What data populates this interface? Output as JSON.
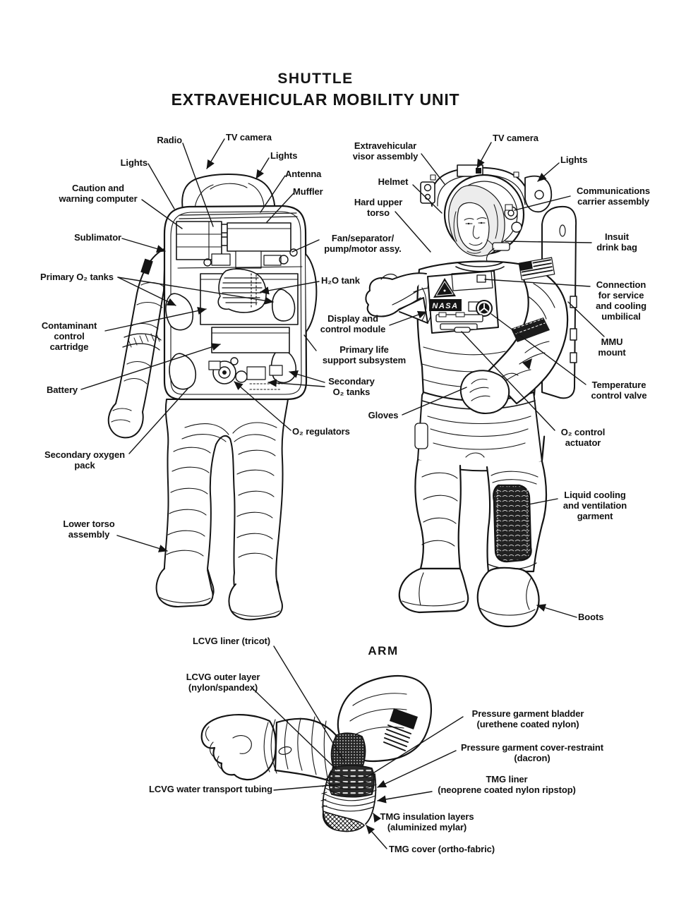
{
  "page": {
    "background": "#ffffff",
    "ink": "#141414"
  },
  "title": {
    "line1": "SHUTTLE",
    "line2": "EXTRAVEHICULAR MOBILITY UNIT"
  },
  "patches": {
    "nasa": "NASA"
  },
  "labels": {
    "radio": "Radio",
    "tv_camera_back": "TV camera",
    "lights_back_left": "Lights",
    "lights_back_right": "Lights",
    "antenna": "Antenna",
    "muffler": "Muffler",
    "caution_warning": "Caution and\nwarning computer",
    "sublimator": "Sublimator",
    "primary_o2_tanks": "Primary O₂ tanks",
    "contaminant": "Contaminant\ncontrol cartridge",
    "battery": "Battery",
    "secondary_oxygen_pack": "Secondary oxygen\npack",
    "lower_torso": "Lower torso\nassembly",
    "fan_separator": "Fan/separator/\npump/motor assy.",
    "h2o_tank": "H₂O tank",
    "display_control": "Display and\ncontrol module",
    "primary_life": "Primary life\nsupport subsystem",
    "secondary_o2_tanks": "Secondary\nO₂ tanks",
    "gloves": "Gloves",
    "o2_regulators": "O₂ regulators",
    "ev_visor": "Extravehicular\nvisor assembly",
    "tv_camera_front": "TV camera",
    "lights_front": "Lights",
    "helmet": "Helmet",
    "comm_carrier": "Communications\ncarrier assembly",
    "hard_upper_torso": "Hard upper\ntorso",
    "insuit_drink_bag": "Insuit\ndrink bag",
    "connection_umbilical": "Connection\nfor service\nand cooling\numbilical",
    "mmu_mount": "MMU\nmount",
    "temp_control_valve": "Temperature\ncontrol valve",
    "o2_control_actuator": "O₂ control\nactuator",
    "lcvg": "Liquid cooling\nand ventilation\ngarment",
    "boots": "Boots",
    "arm_heading": "ARM",
    "lcvg_liner": "LCVG liner (tricot)",
    "lcvg_outer": "LCVG outer layer\n(nylon/spandex)",
    "lcvg_tubing": "LCVG water transport tubing",
    "pressure_bladder": "Pressure garment bladder\n(urethene coated nylon)",
    "pressure_cover": "Pressure garment cover-restraint\n(dacron)",
    "tmg_liner": "TMG liner\n(neoprene coated nylon ripstop)",
    "tmg_insulation": "TMG insulation layers\n(aluminized mylar)",
    "tmg_cover": "TMG cover (ortho-fabric)"
  }
}
